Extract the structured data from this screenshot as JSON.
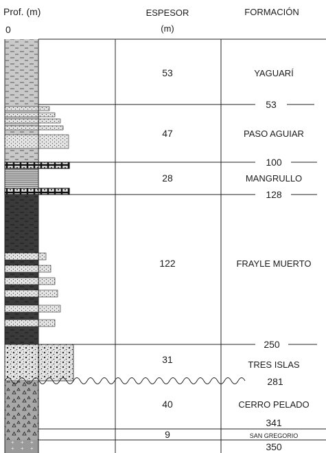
{
  "header": {
    "depth_label": "Prof. (m)",
    "depth_zero": "0",
    "thickness_label_line1": "ESPESOR",
    "thickness_label_line2": "(m)",
    "formation_label": "FORMACIÓN"
  },
  "units": [
    {
      "formation": "YAGUARÍ",
      "thickness": "53",
      "base_depth": "53",
      "lithology": "mudstone-laminated-light"
    },
    {
      "formation": "PASO AGUIAR",
      "thickness": "47",
      "base_depth": "100",
      "lithology": "sandstone-lenses"
    },
    {
      "formation": "MANGRULLO",
      "thickness": "28",
      "base_depth": "128",
      "lithology": "bituminous-shale-with-limestone"
    },
    {
      "formation": "FRAYLE MUERTO",
      "thickness": "122",
      "base_depth": "250",
      "lithology": "dark-shale-with-sandstone"
    },
    {
      "formation": "TRES ISLAS",
      "thickness": "31",
      "base_depth": "281",
      "lithology": "conglomeratic-sandstone"
    },
    {
      "formation": "CERRO PELADO",
      "thickness": "40",
      "base_depth": "341",
      "lithology": "diamictite"
    },
    {
      "formation": "SAN GREGORIO",
      "thickness": "9",
      "base_depth": "350",
      "lithology": "diamictite-base"
    }
  ],
  "basement": {
    "symbol": "+ + +",
    "lithology": "crystalline-basement"
  },
  "colors": {
    "ink": "#1a1a1a",
    "dark_shale": "#3a3a3a",
    "mudstone": "#c9c9c9",
    "sandstone": "#e4e4e4",
    "diamictite": "#a8a8a8",
    "basement": "#9a9a9a"
  }
}
